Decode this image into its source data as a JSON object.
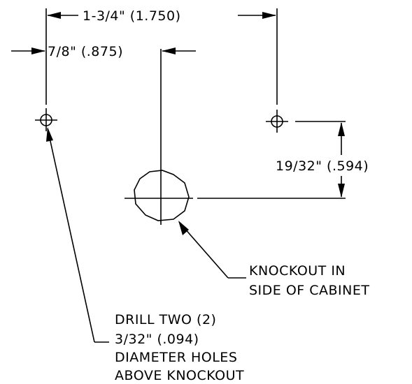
{
  "dimensions": {
    "overall_width": "1-3/4\" (1.750)",
    "hole_offset": "7/8\" (.875)",
    "vertical_offset": "19/32\" (.594)"
  },
  "notes": {
    "knockout": [
      "KNOCKOUT IN",
      "SIDE OF CABINET"
    ],
    "drill": [
      "DRILL TWO (2)",
      "3/32\" (.094)",
      "DIAMETER HOLES",
      "ABOVE KNOCKOUT"
    ]
  }
}
